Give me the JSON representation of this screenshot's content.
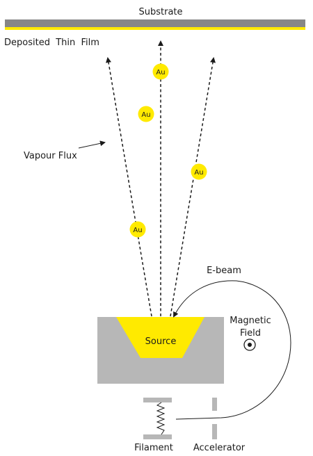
{
  "labels": {
    "substrate": "Substrate",
    "deposited_film": "Deposited  Thin  Film",
    "vapour_flux": "Vapour Flux",
    "e_beam": "E-beam",
    "magnetic_field_line1": "Magnetic",
    "magnetic_field_line2": "Field",
    "source": "Source",
    "filament": "Filament",
    "accelerator": "Accelerator"
  },
  "atoms": [
    "Au",
    "Au",
    "Au",
    "Au"
  ],
  "colors": {
    "substrate": "#878787",
    "film": "#ffea00",
    "crucible": "#b7b7b7",
    "source": "#ffea00",
    "atom": "#ffea00",
    "line": "#1a1a1a"
  }
}
